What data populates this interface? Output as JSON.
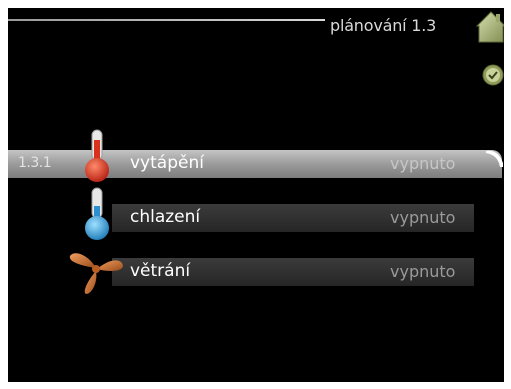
{
  "header": {
    "title": "plánování 1.3"
  },
  "icons": {
    "home": "house-icon",
    "schedule": "clock-icon",
    "heating": "thermometer-hot-icon",
    "cooling": "thermometer-cold-icon",
    "ventilation": "fan-icon"
  },
  "menu": {
    "items": [
      {
        "number": "1.3.1",
        "label": "vytápění",
        "status": "vypnuto",
        "selected": true
      },
      {
        "number": "",
        "label": "chlazení",
        "status": "vypnuto",
        "selected": false
      },
      {
        "number": "",
        "label": "větrání",
        "status": "vypnuto",
        "selected": false
      }
    ]
  },
  "colors": {
    "background": "#000000",
    "selected_row": "#a0a0a0",
    "row": "#2e2e2e",
    "text": "#ffffff",
    "status_text": "#9a9a9a",
    "heating_accent": "#e0402a",
    "cooling_accent": "#3aa6e0",
    "fan_accent": "#c8682a",
    "house_accent": "#a8b878"
  }
}
